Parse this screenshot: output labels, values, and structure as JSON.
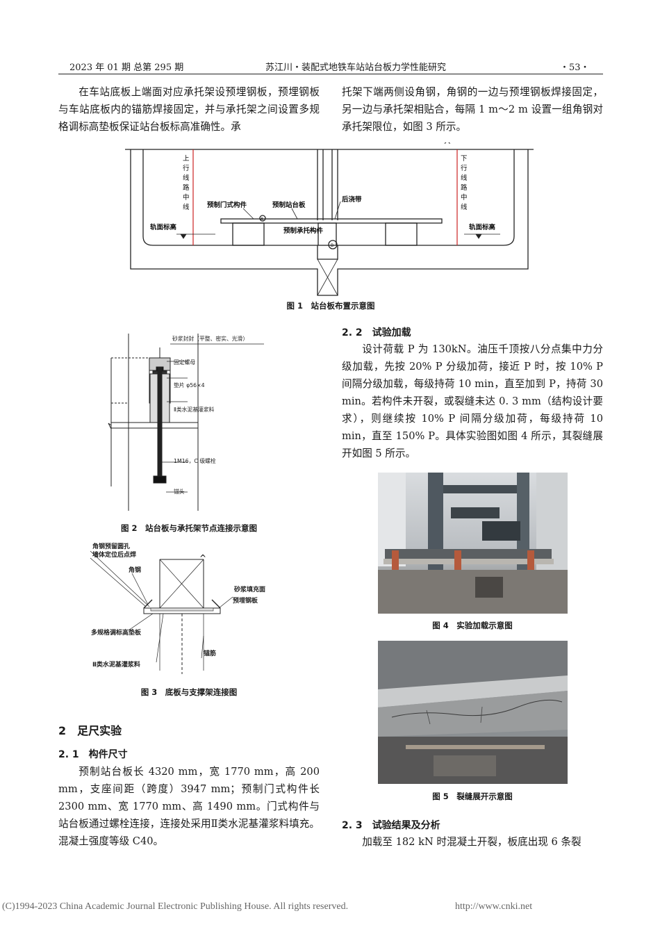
{
  "header": {
    "left": "2023 年 01 期 总第 295 期",
    "center": "苏江川・装配式地铁车站站台板力学性能研究",
    "right": "・53・"
  },
  "intro": {
    "left": "在车站底板上端面对应承托架设预埋钢板，预埋钢板与车站底板内的锚筋焊接固定，并与承托架之间设置多规格调标高垫板保证站台板标高准确性。承",
    "right": "托架下端两侧设角钢，角钢的一边与预埋钢板焊接固定，另一边与承托架相贴合，每隔 1 m～2 m 设置一组角钢对承托架限位，如图 3 所示。"
  },
  "fig1": {
    "caption": "图 1　站台板布置示意图",
    "left_line": [
      "上",
      "行",
      "线",
      "路",
      "中",
      "线"
    ],
    "right_line": [
      "下",
      "行",
      "线",
      "路",
      "中",
      "线"
    ],
    "rail_left": "轨面标高",
    "rail_right": "轨面标高",
    "gate": "预制门式构件",
    "slab": "预制站台板",
    "bracket": "预制承托构件",
    "post": "后浇带",
    "mark_a": "A",
    "mark_b": "B"
  },
  "fig2": {
    "caption": "图 2　站台板与承托架节点连接示意图",
    "mortar": "砂浆封封（平整、密实、光滑）",
    "nut": "固定螺母",
    "washer": "垫片 φ56×4",
    "grout": "Ⅱ类水泥基灌浆料",
    "bolt": "1M16，C 级螺栓",
    "anchor": "锚头"
  },
  "fig3": {
    "caption": "图 3　底板与支撑架连接图",
    "hole": "角钢预留圆孔",
    "weld": "墙体定位后点焊",
    "angle": "角钢",
    "mortar_fill": "砂浆填充面",
    "plate": "预埋钢板",
    "shim": "多规格调标高垫板",
    "grout": "Ⅱ类水泥基灌浆料",
    "rebar": "锚筋"
  },
  "sec2": {
    "title": "2　足尺实验",
    "s21_title": "2. 1　构件尺寸",
    "s21_text": "预制站台板长 4320 mm，宽 1770 mm，高 200 mm，支座间距（跨度）3947 mm；预制门式构件长 2300 mm、宽 1770 mm、高 1490 mm。门式构件与站台板通过螺栓连接，连接处采用Ⅱ类水泥基灌浆料填充。混凝土强度等级 C40。",
    "s22_title": "2. 2　试验加载",
    "s22_text": "设计荷载 P 为 130kN。油压千顶按八分点集中力分级加载，先按 20% P 分级加荷，接近 P 时，按 10% P 间隔分级加载，每级持荷 10 min，直至加到 P，持荷 30 min。若构件未开裂，或裂缝未达 0. 3 mm（结构设计要求），则继续按 10% P 间隔分级加荷，每级持荷 10 min，直至 150% P。具体实验图如图 4 所示，其裂缝展开如图 5 所示。",
    "fig4_caption": "图 4　实验加载示意图",
    "fig5_caption": "图 5　裂缝展开示意图",
    "s23_title": "2. 3　试验结果及分析",
    "s23_text": "加载至 182 kN 时混凝土开裂，板底出现 6 条裂"
  },
  "footer": {
    "left": "(C)1994-2023 China Academic Journal Electronic Publishing House. All rights reserved.",
    "right": "http://www.cnki.net"
  }
}
